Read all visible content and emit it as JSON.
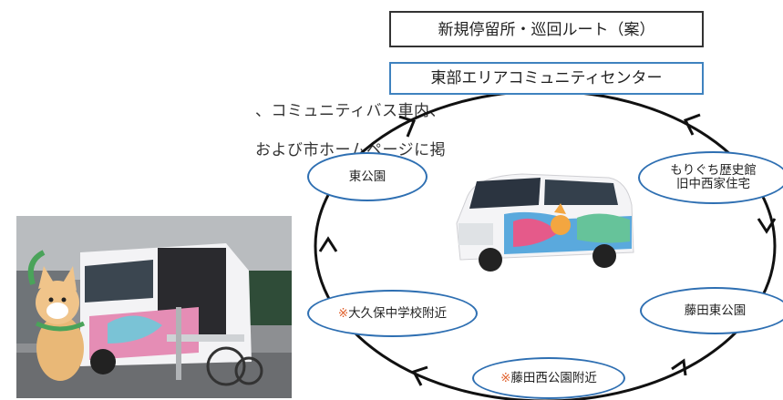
{
  "text": {
    "line1": "、コミュニティバス車内、",
    "line2": "および市ホームページに掲"
  },
  "route": {
    "title": "新規停留所・巡回ルート（案）",
    "center": "東部エリアコミュニティセンター"
  },
  "stops": {
    "higashi_koen": "東公園",
    "morigu_line1": "もりぐち歴史館",
    "morigu_line2": "旧中西家住宅",
    "okubo_mark": "※",
    "okubo": "大久保中学校附近",
    "fujita_higashi": "藤田東公園",
    "fujita_nishi_mark": "※",
    "fujita_nishi": "藤田西公園附近"
  },
  "colors": {
    "stop_border": "#2e6fb2",
    "center_border": "#3f82bf",
    "mark": "#e0602c",
    "ring": "#111111"
  }
}
